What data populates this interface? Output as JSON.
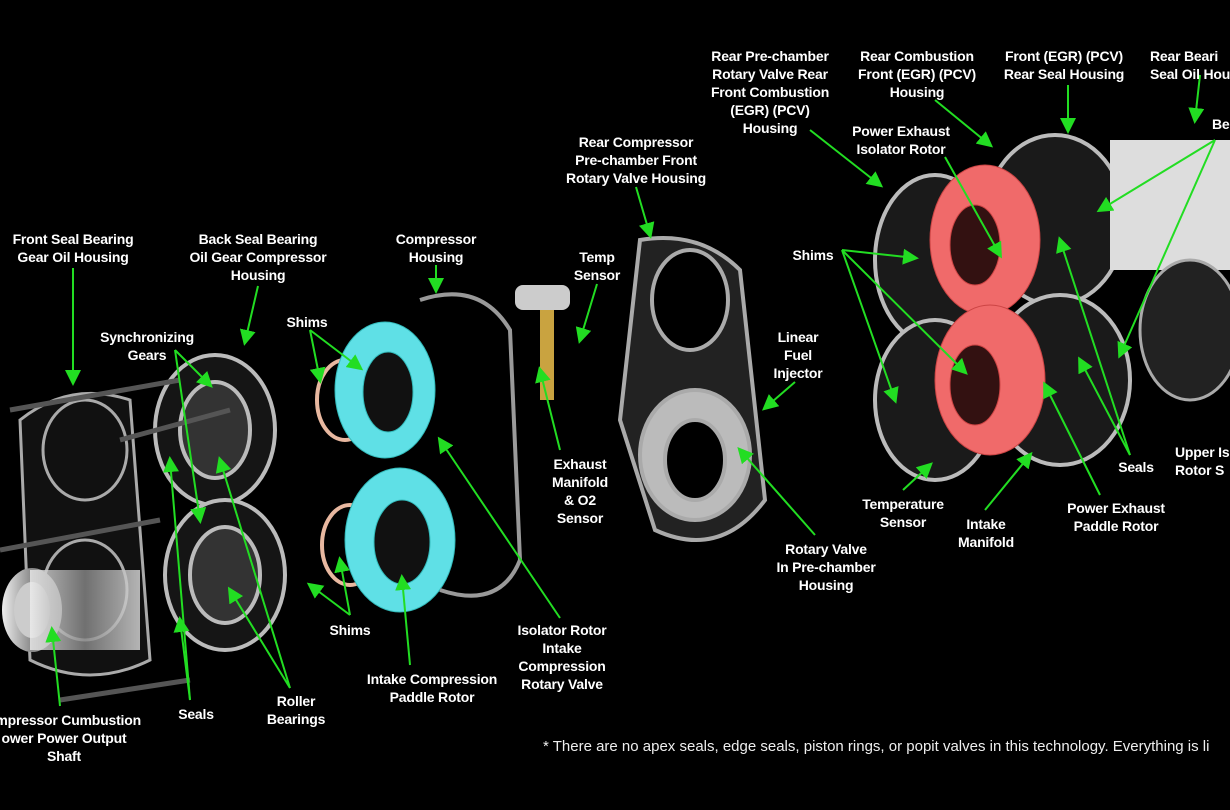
{
  "labels": {
    "front_seal_bearing": "Front Seal Bearing\nGear Oil Housing",
    "back_seal_bearing": "Back Seal Bearing\nOil Gear Compressor\nHousing",
    "compressor_housing": "Compressor\nHousing",
    "rear_compressor": "Rear Compressor\nPre-chamber Front\nRotary Valve Housing",
    "temp_sensor": "Temp\nSensor",
    "synchronizing_gears": "Synchronizing\nGears",
    "shims_1": "Shims",
    "linear_fuel_injector": "Linear\nFuel\nInjector",
    "shims_2": "Shims",
    "rear_prechamber": "Rear Pre-chamber\nRotary Valve Rear\nFront Combustion\n(EGR) (PCV)\nHousing",
    "rear_combustion": "Rear Combustion\nFront (EGR) (PCV)\nHousing",
    "front_egr": "Front (EGR) (PCV)\nRear Seal Housing",
    "rear_bearing": "Rear Beari\nSeal Oil Hou",
    "power_exhaust_isolator": "Power Exhaust\nIsolator Rotor",
    "be_partial": "Be",
    "exhaust_manifold": "Exhaust\nManifold\n& O2\nSensor",
    "temperature_sensor": "Temperature\nSensor",
    "intake_manifold": "Intake\nManifold",
    "seals_right": "Seals",
    "upper_isolator": "Upper Is\nRotor S",
    "power_exhaust_paddle": "Power Exhaust\nPaddle Rotor",
    "rotary_valve": "Rotary Valve\nIn Pre-chamber\nHousing",
    "isolator_rotor_intake": "Isolator Rotor\nIntake\nCompression\nRotary Valve",
    "shims_3": "Shims",
    "intake_compression_paddle": "Intake Compression\nPaddle Rotor",
    "roller_bearings": "Roller\nBearings",
    "seals_left": "Seals",
    "output_shaft": "ompressor Cumbustion\nower Power Output\nShaft"
  },
  "footnote": "* There are no apex seals, edge seals, piston rings, or popit valves in this technology. Everything is li",
  "colors": {
    "arrow": "#22dd22",
    "compressor_rotor": "#5fe0e6",
    "exhaust_rotor": "#f06a6a",
    "background": "#000000"
  }
}
